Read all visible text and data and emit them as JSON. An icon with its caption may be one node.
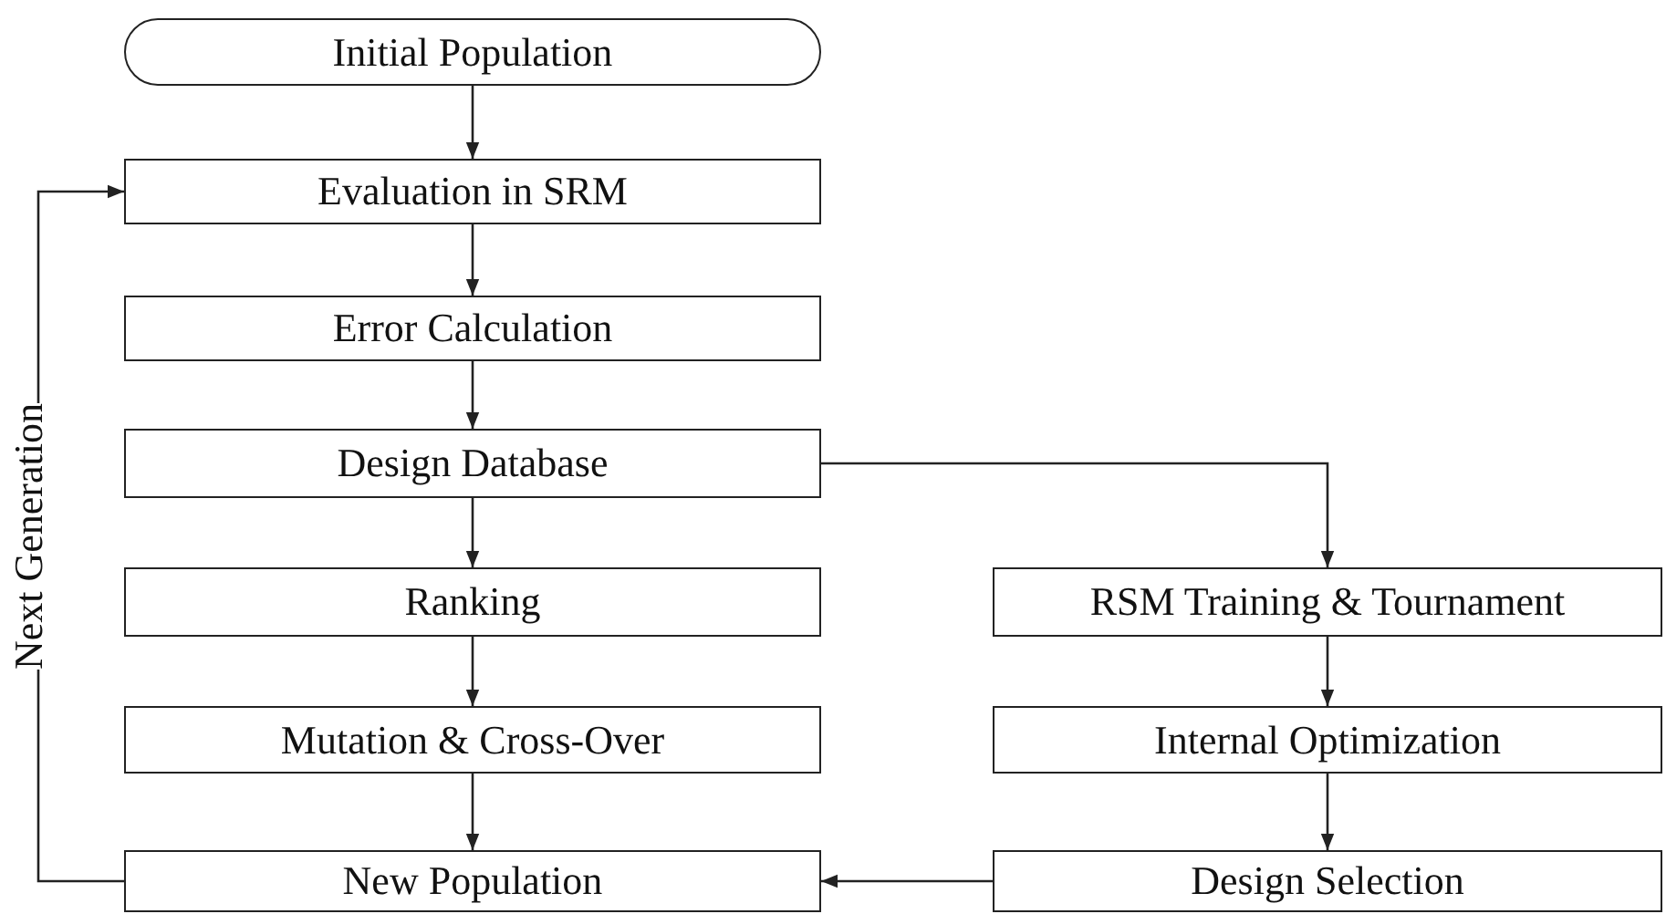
{
  "diagram": {
    "nodes": [
      {
        "text": [
          "Initial Population"
        ]
      },
      {
        "text": [
          "Evaluation in SRM"
        ]
      },
      {
        "text": [
          "Error Calculation"
        ]
      },
      {
        "text": [
          "Design Database"
        ]
      },
      {
        "text": [
          "Ranking"
        ]
      },
      {
        "text": [
          "Mutation & Cross-Over"
        ]
      },
      {
        "text": [
          "New Population"
        ]
      },
      {
        "text": [
          "RSM Training & Tournament"
        ]
      },
      {
        "text": [
          "Internal Optimization"
        ]
      },
      {
        "text": [
          "Design Selection"
        ]
      }
    ],
    "edges": [
      {
        "from": 0,
        "to": 1,
        "arrow": "to"
      },
      {
        "from": 1,
        "to": 2,
        "arrow": "to"
      },
      {
        "from": 2,
        "to": 3,
        "arrow": "to"
      },
      {
        "from": 3,
        "to": 4,
        "arrow": "to"
      },
      {
        "from": 4,
        "to": 5,
        "arrow": "to"
      },
      {
        "from": 5,
        "to": 6,
        "arrow": "to"
      },
      {
        "from": 3,
        "to": 7,
        "arrow": "to"
      },
      {
        "from": 7,
        "to": 8,
        "arrow": "to"
      },
      {
        "from": 8,
        "to": 9,
        "arrow": "to"
      },
      {
        "from": 9,
        "to": 6,
        "arrow": "to"
      },
      {
        "from": 6,
        "to": 1,
        "arrow": "to",
        "label": "Next Generation"
      }
    ]
  }
}
